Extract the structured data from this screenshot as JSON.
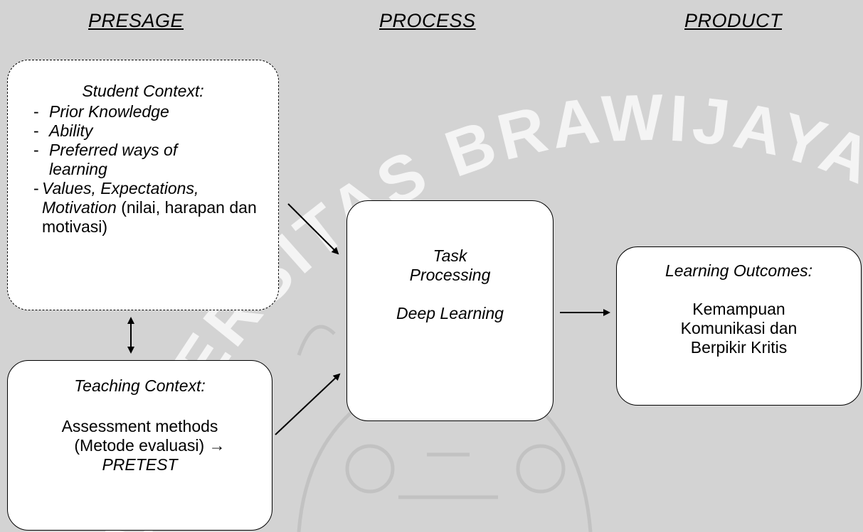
{
  "watermark": {
    "text": "UNIVERSITAS BRAWIJAYA"
  },
  "headings": {
    "presage": "PRESAGE",
    "process": "PROCESS",
    "product": "PRODUCT"
  },
  "student_context": {
    "title": "Student Context:",
    "items": [
      {
        "dash": "- ",
        "text": "Prior Knowledge"
      },
      {
        "dash": "- ",
        "text": "Ability"
      },
      {
        "dash": "- ",
        "text": "Preferred ways of learning"
      },
      {
        "dash": "-",
        "italic": "Values, Expectations, Motivation",
        "normal": " (nilai, harapan dan motivasi)"
      }
    ]
  },
  "teaching_context": {
    "title": "Teaching Context:",
    "line1": "Assessment methods",
    "line2": "(Metode evaluasi) →",
    "line3": "PRETEST"
  },
  "task": {
    "line1": "Task",
    "line2": "Processing",
    "line3": "Deep Learning"
  },
  "outcomes": {
    "title": "Learning Outcomes:",
    "line1": "Kemampuan",
    "line2": "Komunikasi dan",
    "line3": "Berpikir Kritis"
  }
}
